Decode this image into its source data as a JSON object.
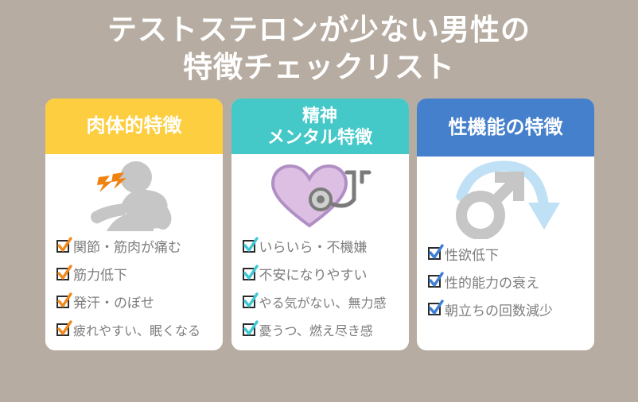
{
  "background_color": "#b6aca1",
  "title": {
    "line1": "テストステロンが少ない男性の",
    "line2": "特徴チェックリスト",
    "color": "#ffffff"
  },
  "cards": [
    {
      "id": "physical",
      "header_label": "肉体的特徴",
      "header_color": "#fdce3f",
      "check_color": "#f08a1e",
      "icon_name": "back-pain-person-icon",
      "items": [
        "関節・筋肉が痛む",
        "筋力低下",
        "発汗・のぼせ",
        "疲れやすい、眠くなる"
      ]
    },
    {
      "id": "mental",
      "header_label": "精神\nメンタル特徴",
      "header_color": "#44c8c8",
      "check_color": "#3fc8d4",
      "icon_name": "heart-stethoscope-icon",
      "items": [
        "いらいら・不機嫌",
        "不安になりやすい",
        "やる気がない、無力感",
        "憂うつ、燃え尽き感"
      ]
    },
    {
      "id": "sexual",
      "header_label": "性機能の特徴",
      "header_color": "#4580cc",
      "check_color": "#3d7fd6",
      "icon_name": "male-symbol-down-arrow-icon",
      "items": [
        "性欲低下",
        "性的能力の衰え",
        "朝立ちの回数減少"
      ]
    }
  ]
}
